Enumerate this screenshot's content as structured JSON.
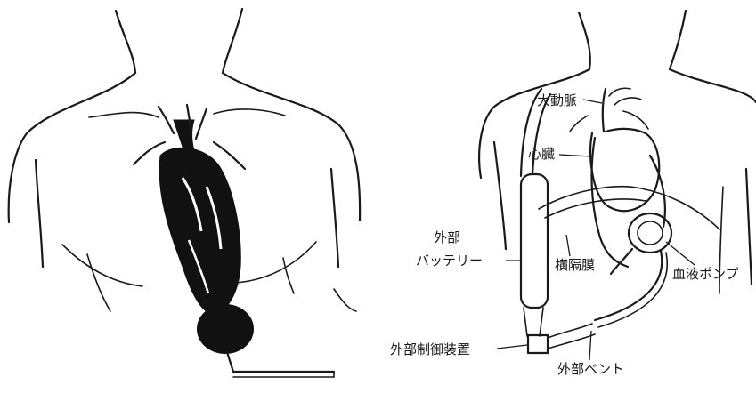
{
  "labels": {
    "aorta": "大動脈",
    "heart": "心臓",
    "external_1": "外部",
    "battery": "バッテリー",
    "diaphragm": "横隔膜",
    "blood_pump": "血液ポンプ",
    "external_controller": "外部制御装置",
    "external_vent": "外部ベント"
  }
}
